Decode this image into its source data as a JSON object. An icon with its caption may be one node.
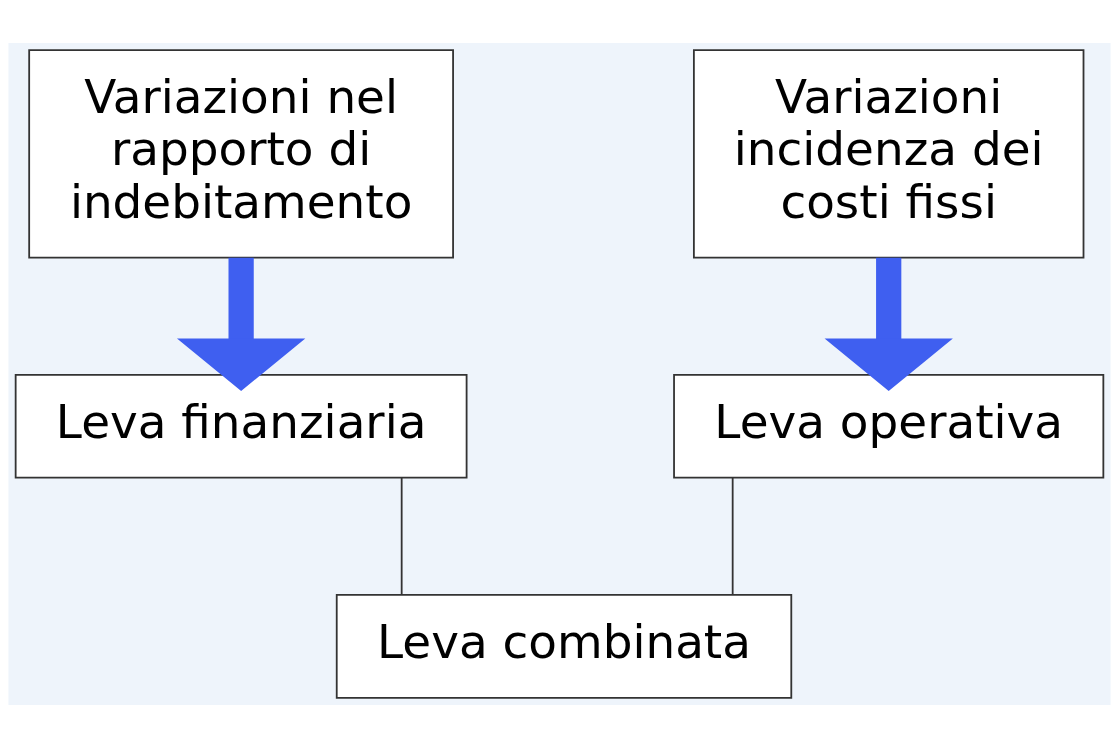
{
  "diagram": {
    "nodes": [
      {
        "text": [
          "Variazioni nel rapporto di indebitamento"
        ]
      },
      {
        "text": [
          "Variazioni incidenza dei costi fissi"
        ]
      },
      {
        "text": [
          "Leva finanziaria"
        ]
      },
      {
        "text": [
          "Leva operativa"
        ]
      },
      {
        "text": [
          "Leva combinata"
        ]
      }
    ],
    "edges": [
      {
        "from": 0,
        "to": 2,
        "arrow": "to",
        "style": "thick",
        "color": "#3f5ff0"
      },
      {
        "from": 1,
        "to": 3,
        "arrow": "to",
        "style": "thick",
        "color": "#3f5ff0"
      },
      {
        "from": 2,
        "to": 4,
        "arrow": "none",
        "color": "#333333"
      },
      {
        "from": 3,
        "to": 4,
        "arrow": "none",
        "color": "#333333"
      }
    ]
  }
}
